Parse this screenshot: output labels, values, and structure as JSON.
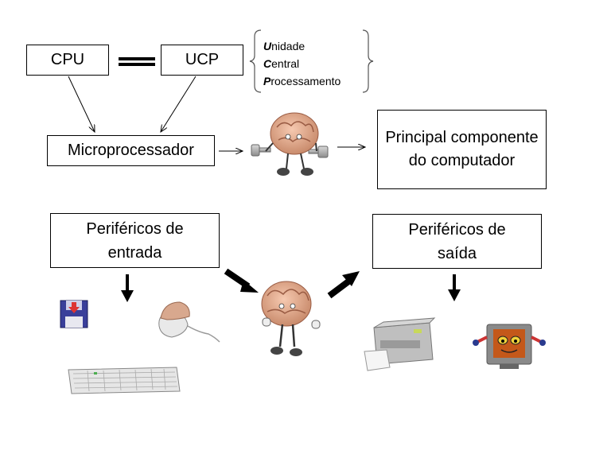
{
  "boxes": {
    "cpu": "CPU",
    "ucp": "UCP",
    "micro": "Microprocessador",
    "principal": "Principal componente do computador",
    "input": "Periféricos de entrada",
    "output": "Periféricos de saída"
  },
  "acronym": [
    {
      "initial": "U",
      "rest": "nidade"
    },
    {
      "initial": "C",
      "rest": "entral"
    },
    {
      "initial": "P",
      "rest": "rocessamento"
    }
  ],
  "icons": {
    "brain_top": "brain-lifting-weights-icon",
    "brain_center": "brain-character-icon",
    "floppy": "floppy-disk-icon",
    "mouse": "mouse-icon",
    "keyboard": "keyboard-icon",
    "printer": "printer-icon",
    "monitor": "monitor-character-icon"
  }
}
